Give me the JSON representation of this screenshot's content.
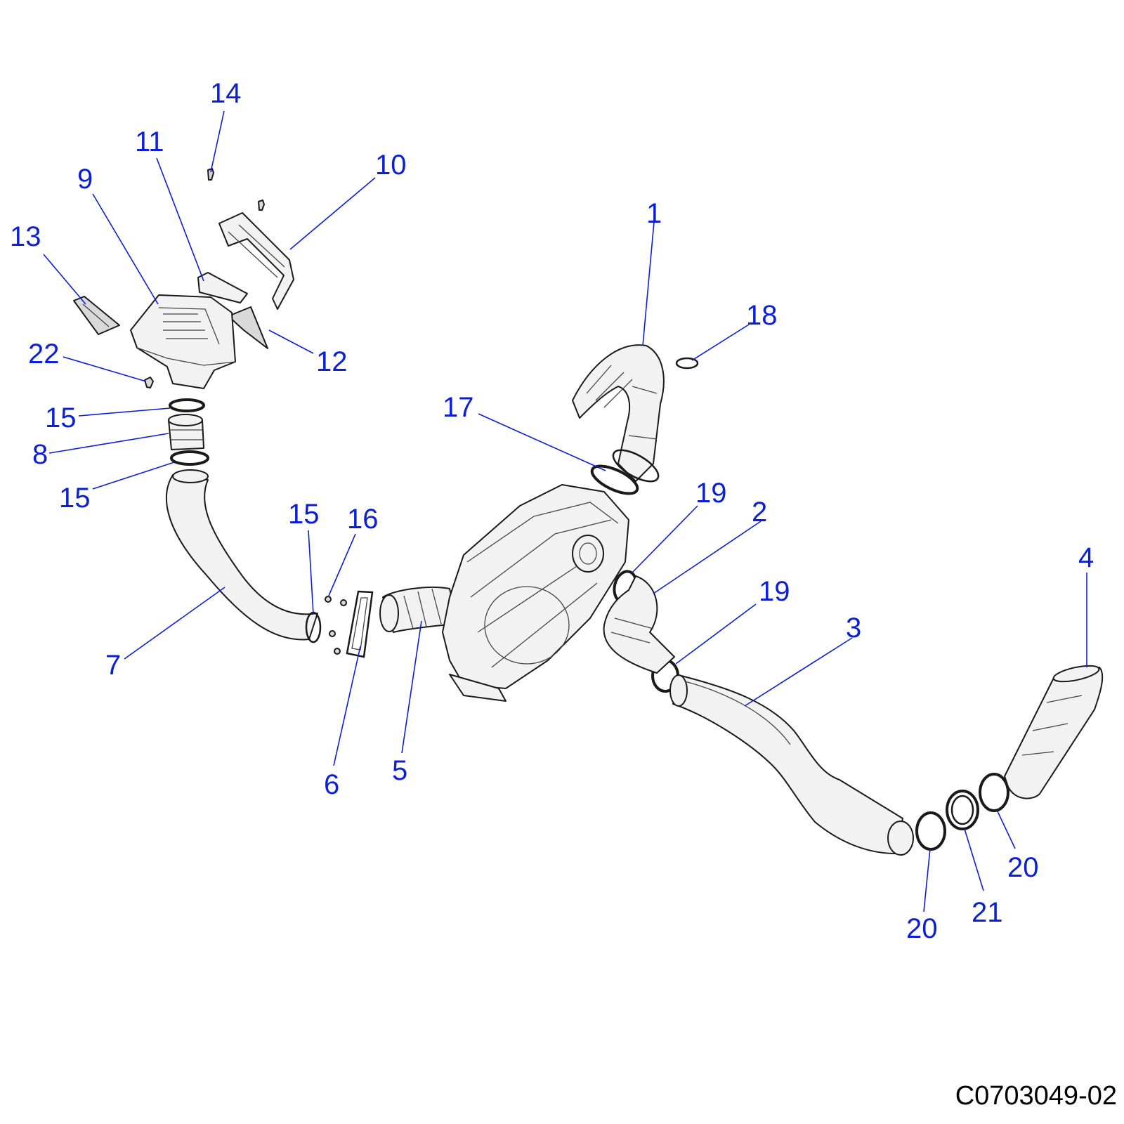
{
  "diagram": {
    "code": "C0703049-02",
    "colors": {
      "callout": "#0a1fd6",
      "part_fill": "#f2f2f2",
      "part_outline": "#1a1a1a"
    },
    "callouts": [
      {
        "id": "c1",
        "label": "1"
      },
      {
        "id": "c2",
        "label": "2"
      },
      {
        "id": "c3",
        "label": "3"
      },
      {
        "id": "c4",
        "label": "4"
      },
      {
        "id": "c5",
        "label": "5"
      },
      {
        "id": "c6",
        "label": "6"
      },
      {
        "id": "c7",
        "label": "7"
      },
      {
        "id": "c8",
        "label": "8"
      },
      {
        "id": "c9",
        "label": "9"
      },
      {
        "id": "c10",
        "label": "10"
      },
      {
        "id": "c11",
        "label": "11"
      },
      {
        "id": "c12",
        "label": "12"
      },
      {
        "id": "c13",
        "label": "13"
      },
      {
        "id": "c14",
        "label": "14"
      },
      {
        "id": "c15a",
        "label": "15"
      },
      {
        "id": "c15b",
        "label": "15"
      },
      {
        "id": "c15c",
        "label": "15"
      },
      {
        "id": "c16",
        "label": "16"
      },
      {
        "id": "c17",
        "label": "17"
      },
      {
        "id": "c18",
        "label": "18"
      },
      {
        "id": "c19a",
        "label": "19"
      },
      {
        "id": "c19b",
        "label": "19"
      },
      {
        "id": "c20a",
        "label": "20"
      },
      {
        "id": "c20b",
        "label": "20"
      },
      {
        "id": "c21",
        "label": "21"
      },
      {
        "id": "c22",
        "label": "22"
      }
    ]
  }
}
